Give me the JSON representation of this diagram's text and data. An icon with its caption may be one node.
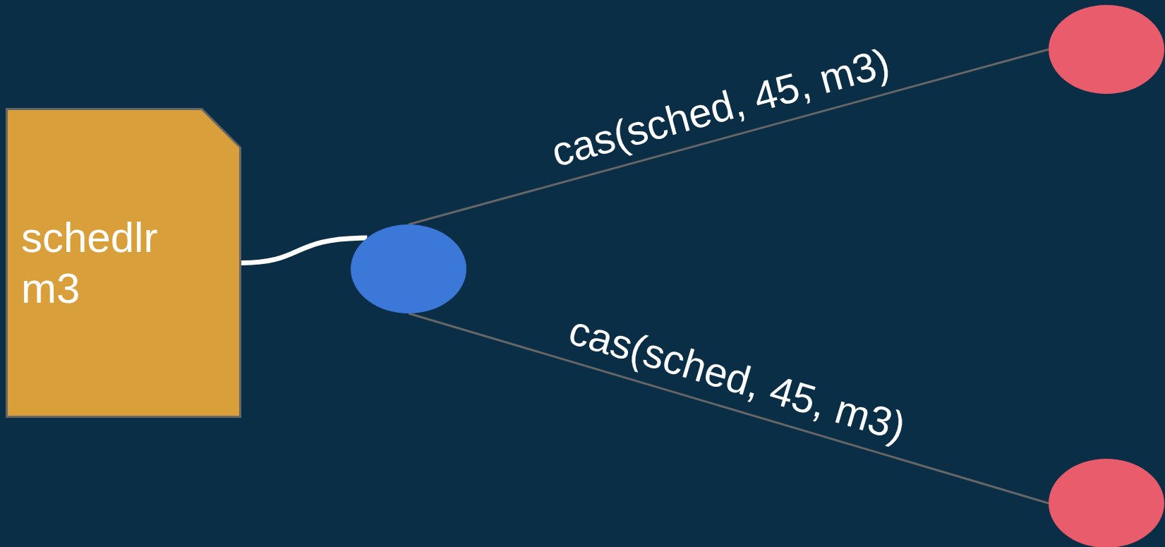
{
  "diagram": {
    "nodes": [
      {
        "text": [
          "schedlr m3"
        ]
      },
      {
        "text": [],
        "shape": "circle"
      },
      {
        "text": [],
        "shape": "circle"
      },
      {
        "text": [],
        "shape": "circle"
      }
    ],
    "edges": [
      {
        "from": 0,
        "to": 1,
        "arrow": "none",
        "style": "thick",
        "color": "#ffffff"
      },
      {
        "from": 1,
        "to": 2,
        "arrow": "none",
        "label": "cas(sched, 45, m3)"
      },
      {
        "from": 1,
        "to": 3,
        "arrow": "none",
        "label": "cas(sched, 45, m3)"
      }
    ]
  }
}
